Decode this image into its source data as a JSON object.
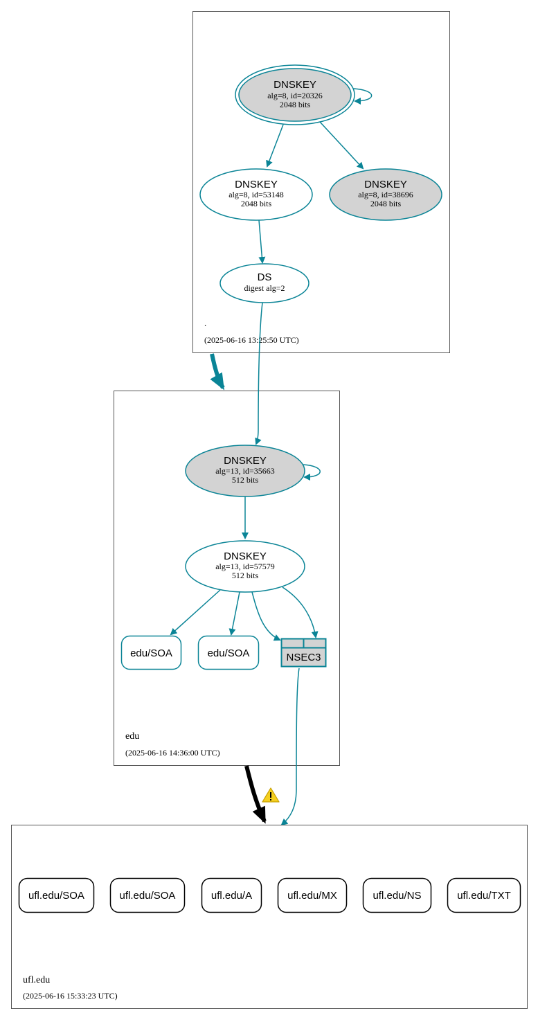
{
  "colors": {
    "teal": "#0a8496",
    "key_fill": "#d3d3d3",
    "border": "#555555",
    "black": "#000000",
    "warn": "#f0c000"
  },
  "zones": {
    "root": {
      "name": ".",
      "time": "(2025-06-16 13:25:50 UTC)"
    },
    "edu": {
      "name": "edu",
      "time": "(2025-06-16 14:36:00 UTC)"
    },
    "ufl": {
      "name": "ufl.edu",
      "time": "(2025-06-16 15:33:23 UTC)"
    }
  },
  "nodes": {
    "root_ksk": {
      "title": "DNSKEY",
      "l1": "alg=8, id=20326",
      "l2": "2048 bits"
    },
    "root_zsk": {
      "title": "DNSKEY",
      "l1": "alg=8, id=53148",
      "l2": "2048 bits"
    },
    "root_k3": {
      "title": "DNSKEY",
      "l1": "alg=8, id=38696",
      "l2": "2048 bits"
    },
    "ds": {
      "title": "DS",
      "l1": "digest alg=2"
    },
    "edu_ksk": {
      "title": "DNSKEY",
      "l1": "alg=13, id=35663",
      "l2": "512 bits"
    },
    "edu_zsk": {
      "title": "DNSKEY",
      "l1": "alg=13, id=57579",
      "l2": "512 bits"
    },
    "edu_soa1": {
      "label": "edu/SOA"
    },
    "edu_soa2": {
      "label": "edu/SOA"
    },
    "nsec3": {
      "label": "NSEC3"
    }
  },
  "ufl_records": [
    "ufl.edu/SOA",
    "ufl.edu/SOA",
    "ufl.edu/A",
    "ufl.edu/MX",
    "ufl.edu/NS",
    "ufl.edu/TXT"
  ],
  "icons": {
    "warning": "warning-icon"
  }
}
